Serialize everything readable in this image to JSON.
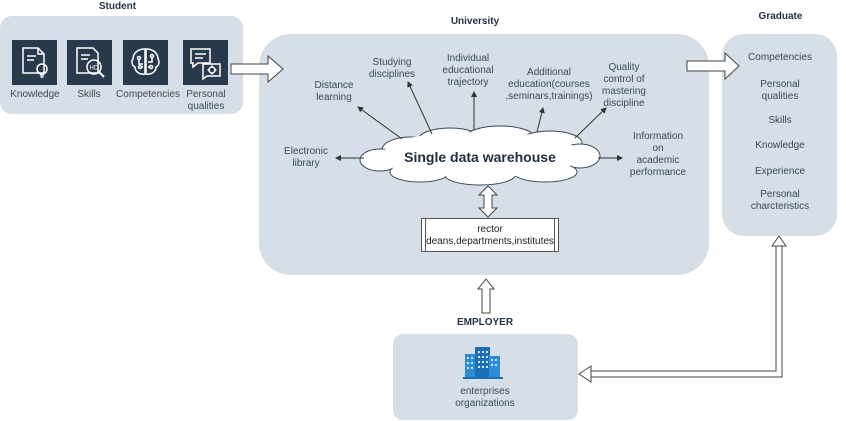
{
  "student": {
    "title": "Student",
    "items": [
      {
        "label": "Knowledge",
        "icon": "document-lightbulb-icon"
      },
      {
        "label": "Skills",
        "icon": "document-hd-magnifier-icon"
      },
      {
        "label": "Competencies",
        "icon": "brain-circuit-icon"
      },
      {
        "label": "Personal\nqualities",
        "icon": "chat-gear-icon"
      }
    ]
  },
  "university": {
    "title": "University",
    "warehouse": "Single data warehouse",
    "outputs": {
      "distance": "Distance\nlearning",
      "studying": "Studying\ndisciplines",
      "trajectory": "Individual\neducational\ntrajectory",
      "additional": "Additional\neducation(courses\n,seminars,trainings)",
      "quality": "Quality\ncontrol of\nmastering\ndiscipline",
      "library": "Electronic\nlibrary",
      "performance": "Information\non\nacademic\nperformance"
    },
    "admin": "rector\ndeans,departments,institutes"
  },
  "graduate": {
    "title": "Graduate",
    "items": [
      "Competencies",
      "Personal\nqualities",
      "Skills",
      "Knowledge",
      "Experience",
      "Personal\ncharcteristics"
    ]
  },
  "employer": {
    "title": "EMPLOYER",
    "label": "enterprises\norganizations",
    "icon": "office-buildings-icon"
  },
  "colors": {
    "panel": "#d6dee7",
    "icon_bg": "#2a3a4d",
    "building": "#2e8bd6"
  }
}
